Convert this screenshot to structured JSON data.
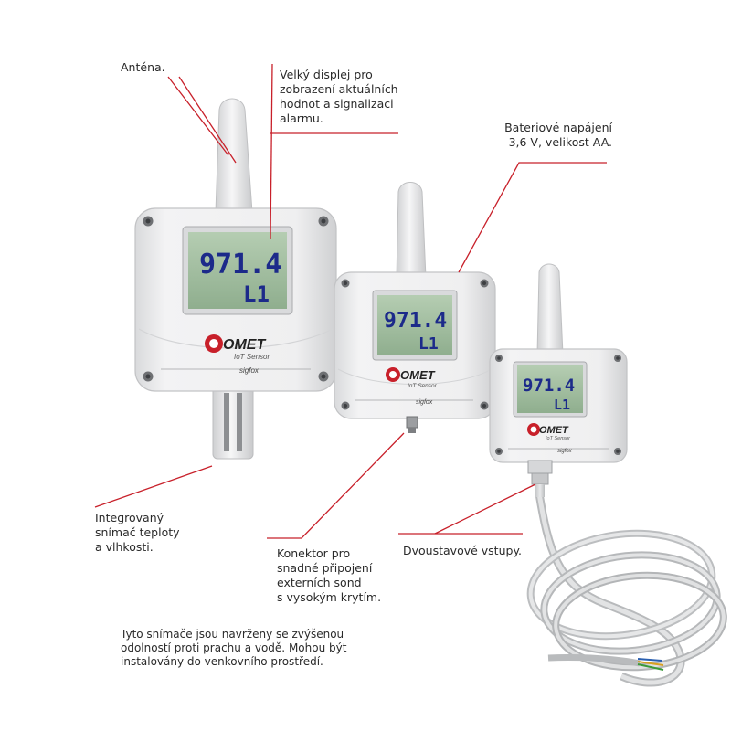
{
  "labels": {
    "antenna": "Anténa.",
    "display": "Velký displej pro\nzobrazení aktuálních\nhodnot a signalizaci\nalarmu.",
    "battery": "Bateriové napájení\n3,6 V, velikost AA.",
    "sensor": "Integrovaný\nsnímač teploty\na vlhkosti.",
    "connector": "Konektor pro\nsnadné připojení\nexterních sond\ns vysokým krytím.",
    "inputs": "Dvoustavové vstupy."
  },
  "note": "Tyto snímače jsou navrženy se zvýšenou\nodolností proti prachu a vodě. Mohou být\ninstalovány do venkovního prostředí.",
  "device": {
    "brand": "OMET",
    "subtitle": "IoT Sensor",
    "network": "sigfox",
    "display_value": "971.4",
    "display_sub": "L1"
  },
  "colors": {
    "leader": "#c8202a",
    "housing": "#ecedee",
    "lcd": "#9bb89a",
    "lcd_digits": "#1c2a8a"
  }
}
